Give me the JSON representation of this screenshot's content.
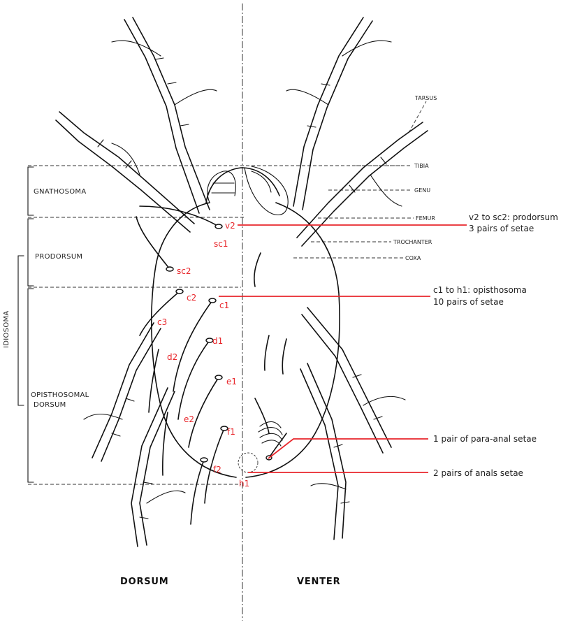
{
  "labels": {
    "dorsum": "DORSUM",
    "venter": "VENTER",
    "idiosoma": "IDIOSOMA",
    "gnathosoma": "GNATHOSOMA",
    "prodorsum": "PRODORSUM",
    "opisthosomal_line1": "OPISTHOSOMAL",
    "opisthosomal_line2": "DORSUM"
  },
  "leg_parts": {
    "tarsus": "TARSUS",
    "tibia": "TIBIA",
    "genu": "GENU",
    "femur": "FEMUR",
    "trochanter": "TROCHANTER",
    "coxa": "COXA"
  },
  "setae": {
    "v2": "v2",
    "sc1": "sc1",
    "sc2": "sc2",
    "c1": "c1",
    "c2": "c2",
    "c3": "c3",
    "d1": "d1",
    "d2": "d2",
    "e1": "e1",
    "e2": "e2",
    "f1": "f1",
    "f2": "f2",
    "h1": "h1"
  },
  "annotations": {
    "prodorsum_line1": "v2 to sc2: prodorsum",
    "prodorsum_line2": "3 pairs of setae",
    "opisthosoma_line1": "c1 to h1: opisthosoma",
    "opisthosoma_line2": "10 pairs of  setae",
    "paraanal": "1 pair of para-anal setae",
    "anal": "2 pairs of anals setae"
  },
  "colors": {
    "annotation": "#e8262b",
    "ink": "#111111"
  }
}
